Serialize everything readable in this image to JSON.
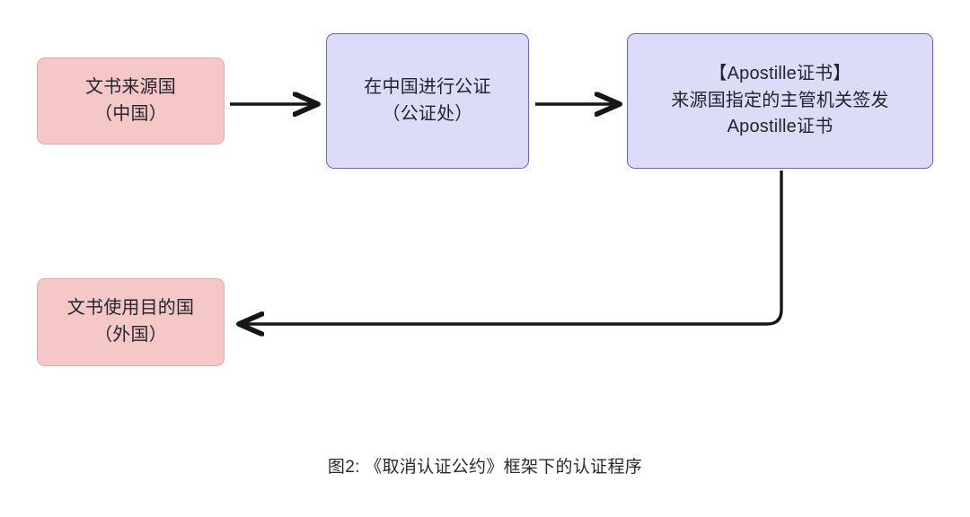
{
  "diagram": {
    "title": "《取消认证公约》框架下的认证程序",
    "background_color": "#ffffff",
    "pink_fill": "#f6c7c7",
    "pink_stroke": "#e3a9a9",
    "blue_fill": "#dddcf8",
    "blue_stroke": "#6a5fe6",
    "connector_color": "#161616",
    "nodes": [
      {
        "id": "source",
        "style": "pink",
        "lines": [
          "文书来源国",
          "（中国）"
        ]
      },
      {
        "id": "notary",
        "style": "blue",
        "lines": [
          "在中国进行公证",
          "（公证处）"
        ]
      },
      {
        "id": "apostille",
        "style": "blue",
        "lines": [
          "【Apostille证书】",
          "来源国指定的主管机关签发",
          "Apostille证书"
        ]
      },
      {
        "id": "destination",
        "style": "pink",
        "lines": [
          "文书使用目的国",
          "（外国）"
        ]
      }
    ],
    "connectors": [
      {
        "id": "source-to-notary",
        "from": "source",
        "to": "notary",
        "shape": "straight-right",
        "label": ""
      },
      {
        "id": "notary-to-apostille",
        "from": "notary",
        "to": "apostille",
        "shape": "straight-right",
        "label": ""
      },
      {
        "id": "apostille-to-destination",
        "from": "apostille",
        "to": "destination",
        "shape": "elbow-down-left",
        "label": ""
      }
    ]
  },
  "caption": {
    "figure_number": "图2:",
    "text": "《取消认证公约》框架下的认证程序",
    "full": "图2:  《取消认证公约》框架下的认证程序"
  }
}
